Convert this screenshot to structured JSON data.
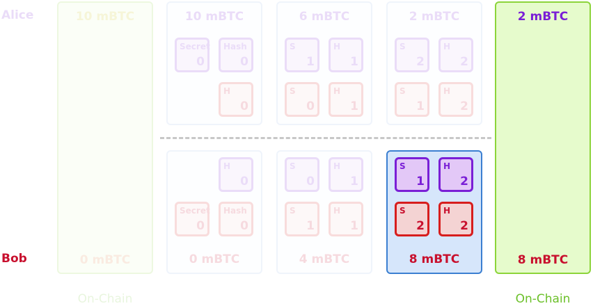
{
  "parties": {
    "alice": "Alice",
    "bob": "Bob"
  },
  "onchain_start": {
    "alice_amount": "10 mBTC",
    "bob_amount": "0 mBTC",
    "label": "On-Chain"
  },
  "onchain_end": {
    "alice_amount": "2 mBTC",
    "bob_amount": "8 mBTC",
    "label": "On-Chain"
  },
  "alice_channels": [
    {
      "amount": "10 mBTC",
      "cells": [
        {
          "pos": "tl",
          "color": "purple",
          "label": "Secret",
          "value": "0"
        },
        {
          "pos": "tr",
          "color": "purple",
          "label": "Hash",
          "value": "0"
        },
        {
          "pos": "br",
          "color": "red",
          "label": "H",
          "value": "0"
        }
      ]
    },
    {
      "amount": "6 mBTC",
      "cells": [
        {
          "pos": "tl",
          "color": "purple",
          "label": "S",
          "value": "1"
        },
        {
          "pos": "tr",
          "color": "purple",
          "label": "H",
          "value": "1"
        },
        {
          "pos": "bl",
          "color": "red",
          "label": "S",
          "value": "0"
        },
        {
          "pos": "br",
          "color": "red",
          "label": "H",
          "value": "1"
        }
      ]
    },
    {
      "amount": "2 mBTC",
      "cells": [
        {
          "pos": "tl",
          "color": "purple",
          "label": "S",
          "value": "2"
        },
        {
          "pos": "tr",
          "color": "purple",
          "label": "H",
          "value": "2"
        },
        {
          "pos": "bl",
          "color": "red",
          "label": "S",
          "value": "1"
        },
        {
          "pos": "br",
          "color": "red",
          "label": "H",
          "value": "2"
        }
      ]
    }
  ],
  "bob_channels": [
    {
      "amount": "0 mBTC",
      "cells": [
        {
          "pos": "tr",
          "color": "purple",
          "label": "H",
          "value": "0"
        },
        {
          "pos": "bl",
          "color": "red",
          "label": "Secret",
          "value": "0"
        },
        {
          "pos": "br",
          "color": "red",
          "label": "Hash",
          "value": "0"
        }
      ]
    },
    {
      "amount": "4 mBTC",
      "cells": [
        {
          "pos": "tl",
          "color": "purple",
          "label": "S",
          "value": "0"
        },
        {
          "pos": "tr",
          "color": "purple",
          "label": "H",
          "value": "1"
        },
        {
          "pos": "bl",
          "color": "red",
          "label": "S",
          "value": "1"
        },
        {
          "pos": "br",
          "color": "red",
          "label": "H",
          "value": "1"
        }
      ]
    },
    {
      "amount": "8 mBTC",
      "cells": [
        {
          "pos": "tl",
          "color": "purple",
          "label": "S",
          "value": "1"
        },
        {
          "pos": "tr",
          "color": "purple",
          "label": "H",
          "value": "2"
        },
        {
          "pos": "bl",
          "color": "red",
          "label": "S",
          "value": "2"
        },
        {
          "pos": "br",
          "color": "red",
          "label": "H",
          "value": "2"
        }
      ]
    }
  ]
}
